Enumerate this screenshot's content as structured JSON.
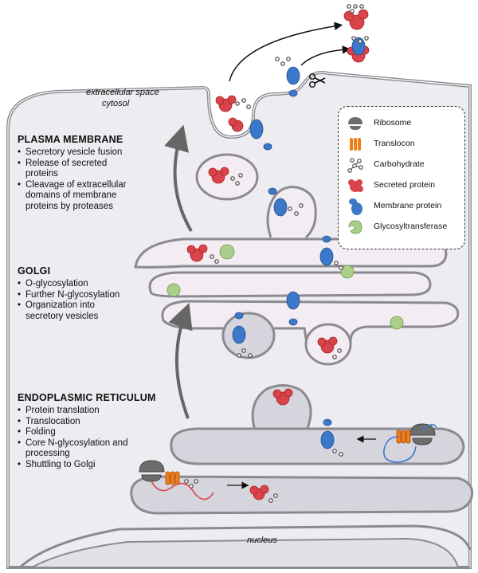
{
  "labels": {
    "extracellular": "extracellular space",
    "cytosol": "cytosol",
    "nucleus": "nucleus"
  },
  "sections": {
    "plasma_membrane": {
      "title": "PLASMA MEMBRANE",
      "items": [
        "Secretory vesicle fusion",
        "Release of secreted",
        "proteins",
        "Cleavage of extracellular",
        "domains of membrane",
        "proteins by proteases"
      ]
    },
    "golgi": {
      "title": "GOLGI",
      "items": [
        "O-glycosylation",
        "Further N-glycosylation",
        "Organization into",
        "secretory vesicles"
      ]
    },
    "er": {
      "title": "ENDOPLASMIC RETICULUM",
      "items": [
        "Protein translation",
        "Translocation",
        "Folding",
        "Core N-glycosylation and",
        "processing",
        "Shuttling to Golgi"
      ]
    }
  },
  "legend": [
    {
      "label": "Ribosome",
      "icon": "ribosome-icon",
      "color": "#6d6d6d"
    },
    {
      "label": "Translocon",
      "icon": "translocon-icon",
      "color": "#f07d1a"
    },
    {
      "label": "Carbohydrate",
      "icon": "carbohydrate-icon",
      "color": "#555555"
    },
    {
      "label": "Secreted protein",
      "icon": "secreted-protein-icon",
      "color": "#d9434b"
    },
    {
      "label": "Membrane protein",
      "icon": "membrane-protein-icon",
      "color": "#3c78c9"
    },
    {
      "label": "Glycosyltransferase",
      "icon": "glycosyltransferase-icon",
      "color": "#a9cf8a"
    }
  ],
  "colors": {
    "cell_fill": "#ececf1",
    "lumen_fill": "#d6d5de",
    "golgi_fill": "#f4ecf3",
    "membrane_stroke": "#7a7a80",
    "arrow": "#666666"
  }
}
